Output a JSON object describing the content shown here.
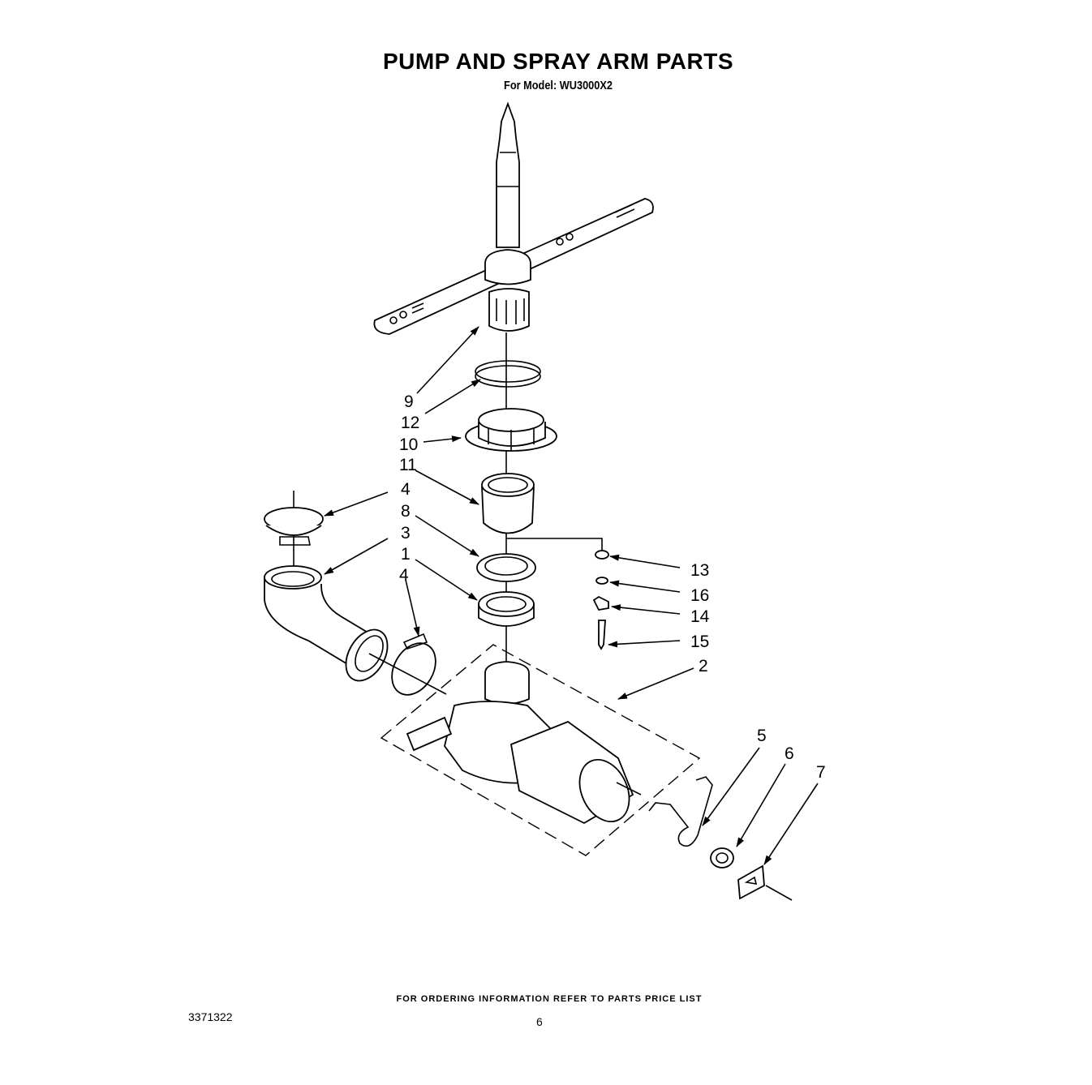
{
  "page": {
    "title": "PUMP AND SPRAY ARM PARTS",
    "subtitle": "For Model: WU3000X2",
    "footer_note": "FOR ORDERING INFORMATION REFER TO PARTS PRICE LIST",
    "doc_number": "3371322",
    "page_number": "6"
  },
  "callouts": {
    "c9": "9",
    "c12": "12",
    "c10": "10",
    "c11": "11",
    "c4a": "4",
    "c8": "8",
    "c3": "3",
    "c1": "1",
    "c4b": "4",
    "c13": "13",
    "c16": "16",
    "c14": "14",
    "c15": "15",
    "c2": "2",
    "c5": "5",
    "c6": "6",
    "c7": "7"
  }
}
